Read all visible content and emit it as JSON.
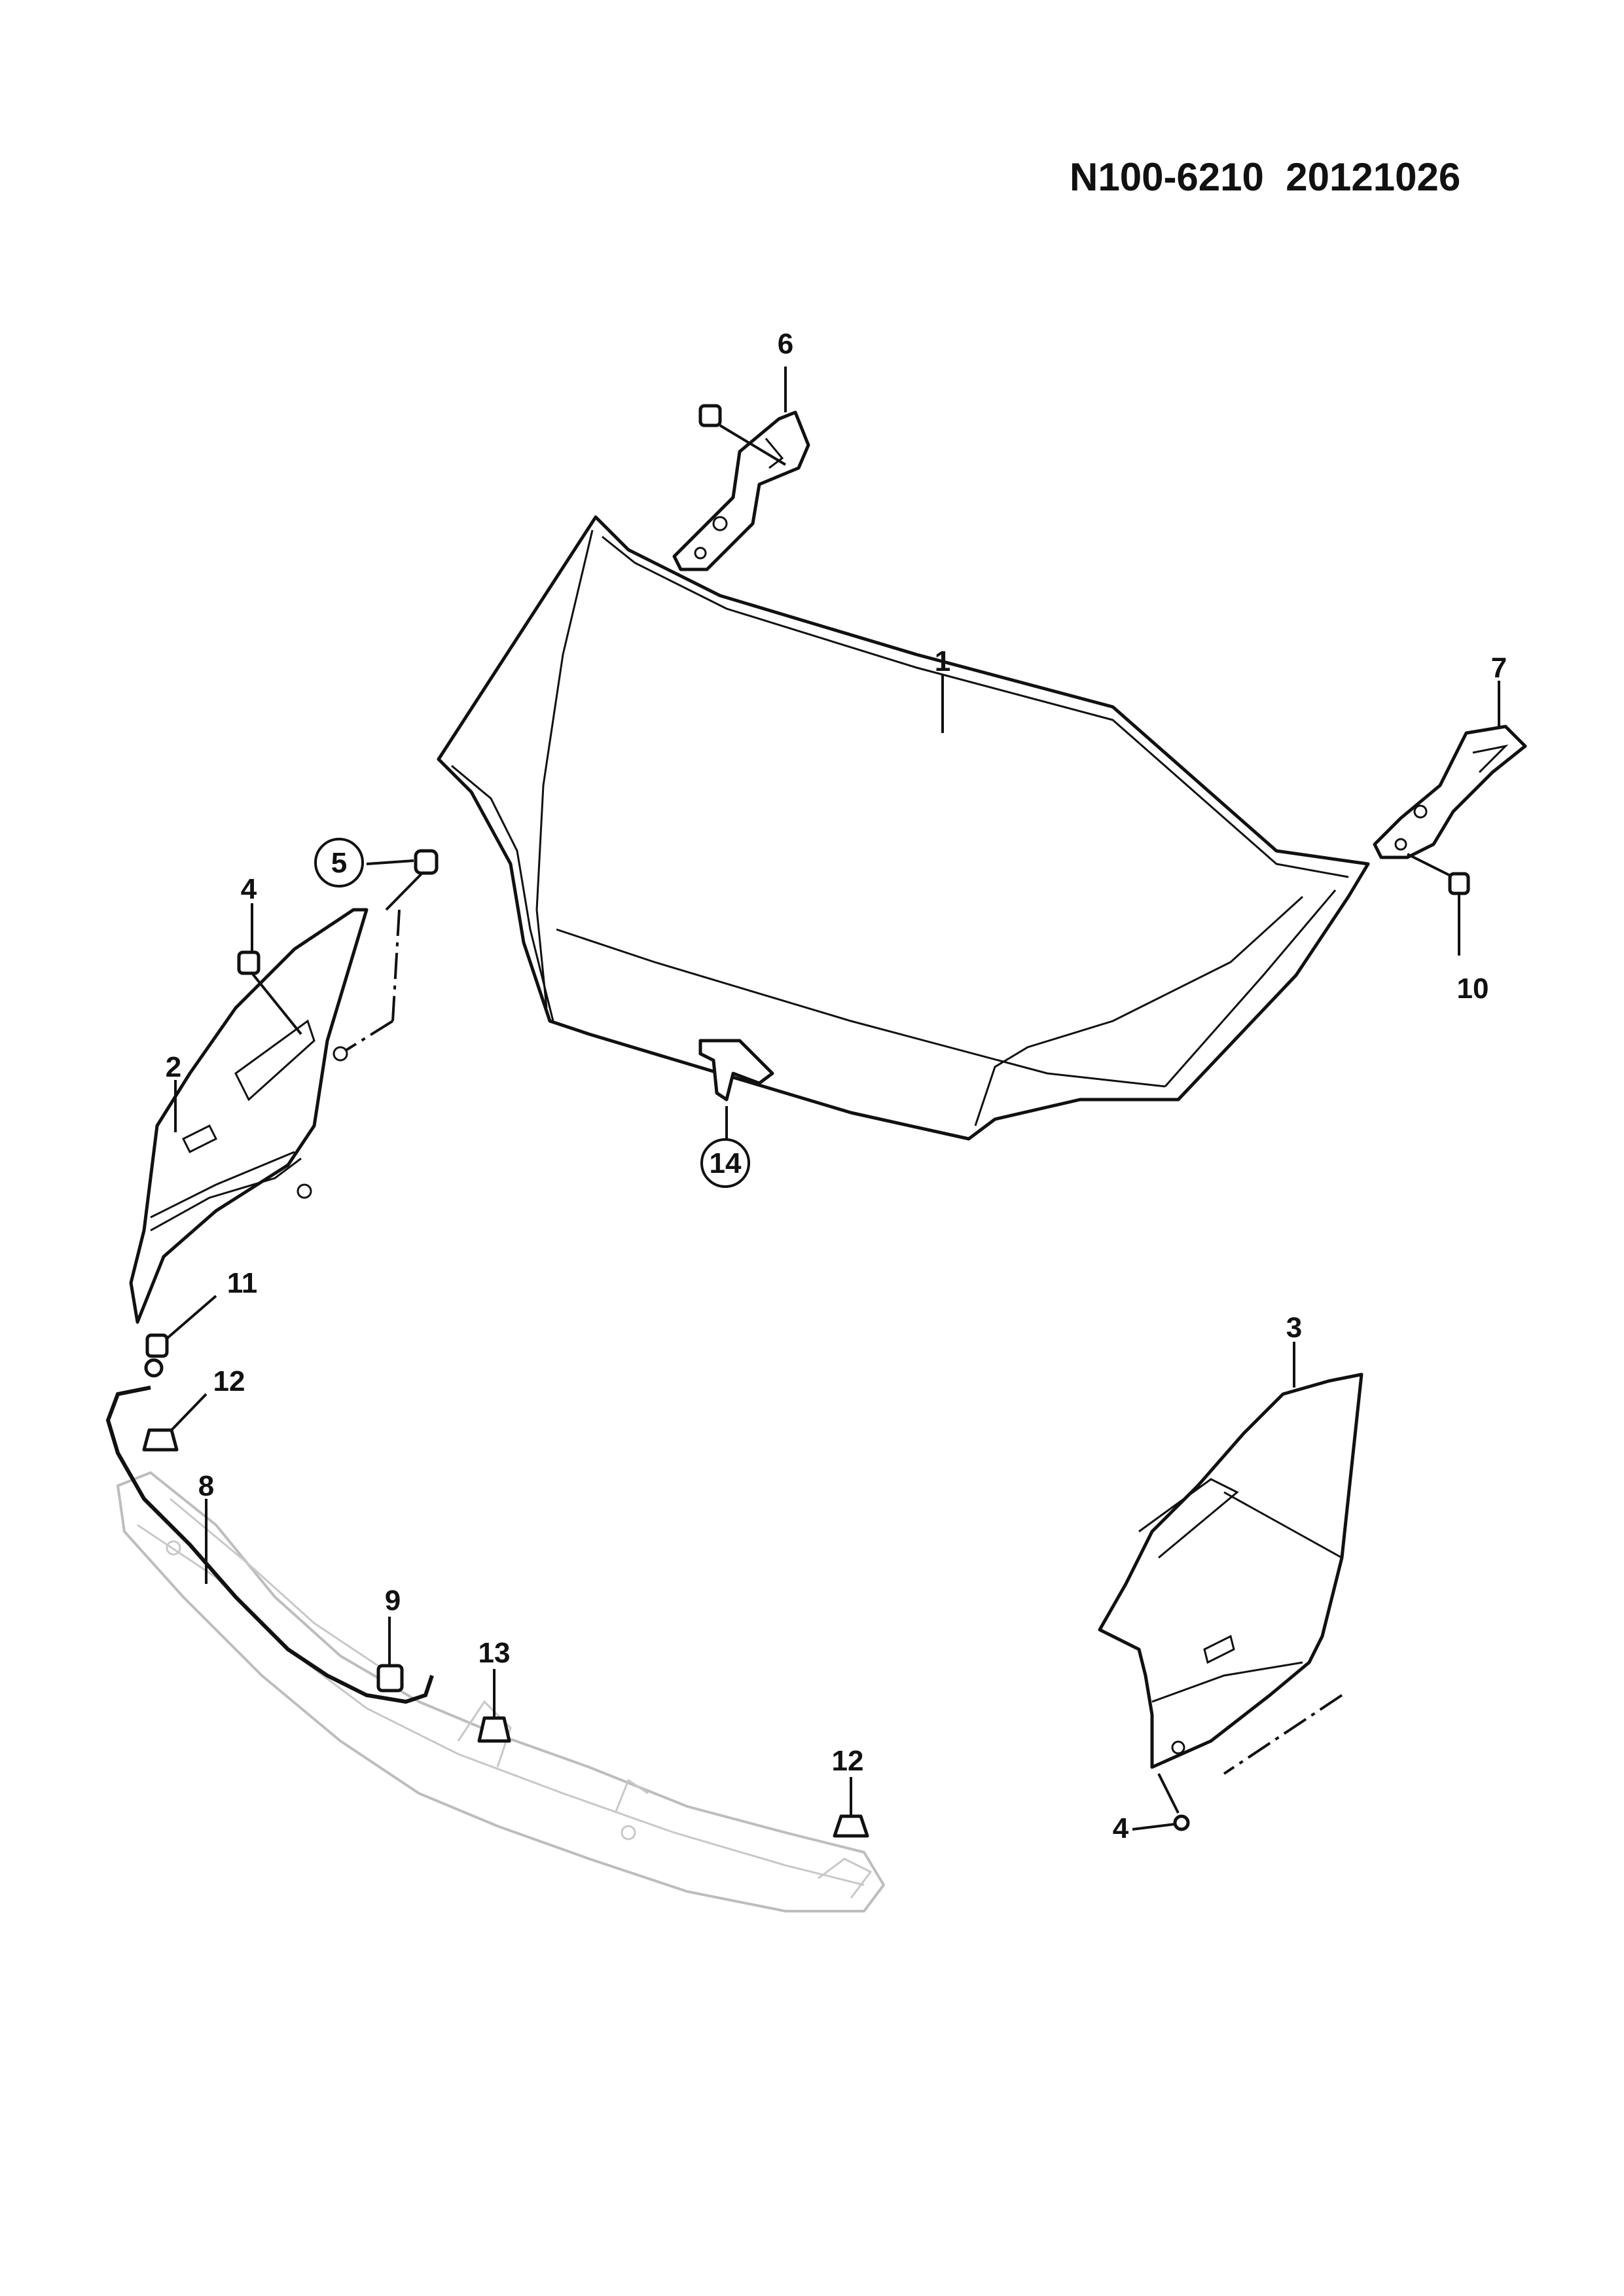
{
  "header": {
    "document_code": "N100-6210  20121026"
  },
  "callouts": [
    {
      "id": "c1",
      "label": "1",
      "circled": false
    },
    {
      "id": "c2",
      "label": "2",
      "circled": false
    },
    {
      "id": "c3",
      "label": "3",
      "circled": false
    },
    {
      "id": "c4a",
      "label": "4",
      "circled": false
    },
    {
      "id": "c4b",
      "label": "4",
      "circled": false
    },
    {
      "id": "c5",
      "label": "5",
      "circled": true
    },
    {
      "id": "c6",
      "label": "6",
      "circled": false
    },
    {
      "id": "c7",
      "label": "7",
      "circled": false
    },
    {
      "id": "c8",
      "label": "8",
      "circled": false
    },
    {
      "id": "c9",
      "label": "9",
      "circled": false
    },
    {
      "id": "c10",
      "label": "10",
      "circled": false
    },
    {
      "id": "c11",
      "label": "11",
      "circled": false
    },
    {
      "id": "c12a",
      "label": "12",
      "circled": false
    },
    {
      "id": "c12b",
      "label": "12",
      "circled": false
    },
    {
      "id": "c13",
      "label": "13",
      "circled": false
    },
    {
      "id": "c14",
      "label": "14",
      "circled": true
    }
  ],
  "colors": {
    "line": "#111111",
    "ghost": "#bdbdbd",
    "background": "#ffffff"
  }
}
